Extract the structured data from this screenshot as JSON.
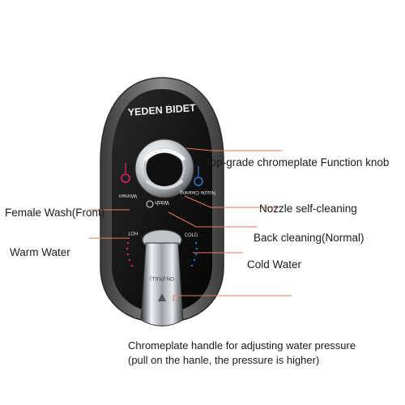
{
  "device": {
    "brand": "YEDEN BIDET",
    "panel_text": {
      "women": "Women",
      "nozzle_cleaning": "Nozzle Cleaning",
      "wash": "Wash",
      "hot": "HOT",
      "cold": "COLD",
      "on_pull": "ON (PULL)"
    }
  },
  "callouts": {
    "function_knob": "Top-grade chromeplate Function knob",
    "female_wash": "Female Wash(Front)",
    "nozzle_self_cleaning": "Nozzle self-cleaning",
    "back_cleaning": "Back cleaning(Normal)",
    "warm_water": "Warm Water",
    "cold_water": "Cold Water",
    "handle_line1": "Chromeplate handle for adjusting water pressure",
    "handle_line2": "(pull on the hanle, the pressure is higher)"
  },
  "colors": {
    "leader_line": "#e8795a",
    "panel_body": "#151515",
    "panel_frame": "#5a5a5a",
    "hot_accent": "#e0207a",
    "cold_accent": "#2a78d0",
    "chrome": "#cfd3d6"
  }
}
